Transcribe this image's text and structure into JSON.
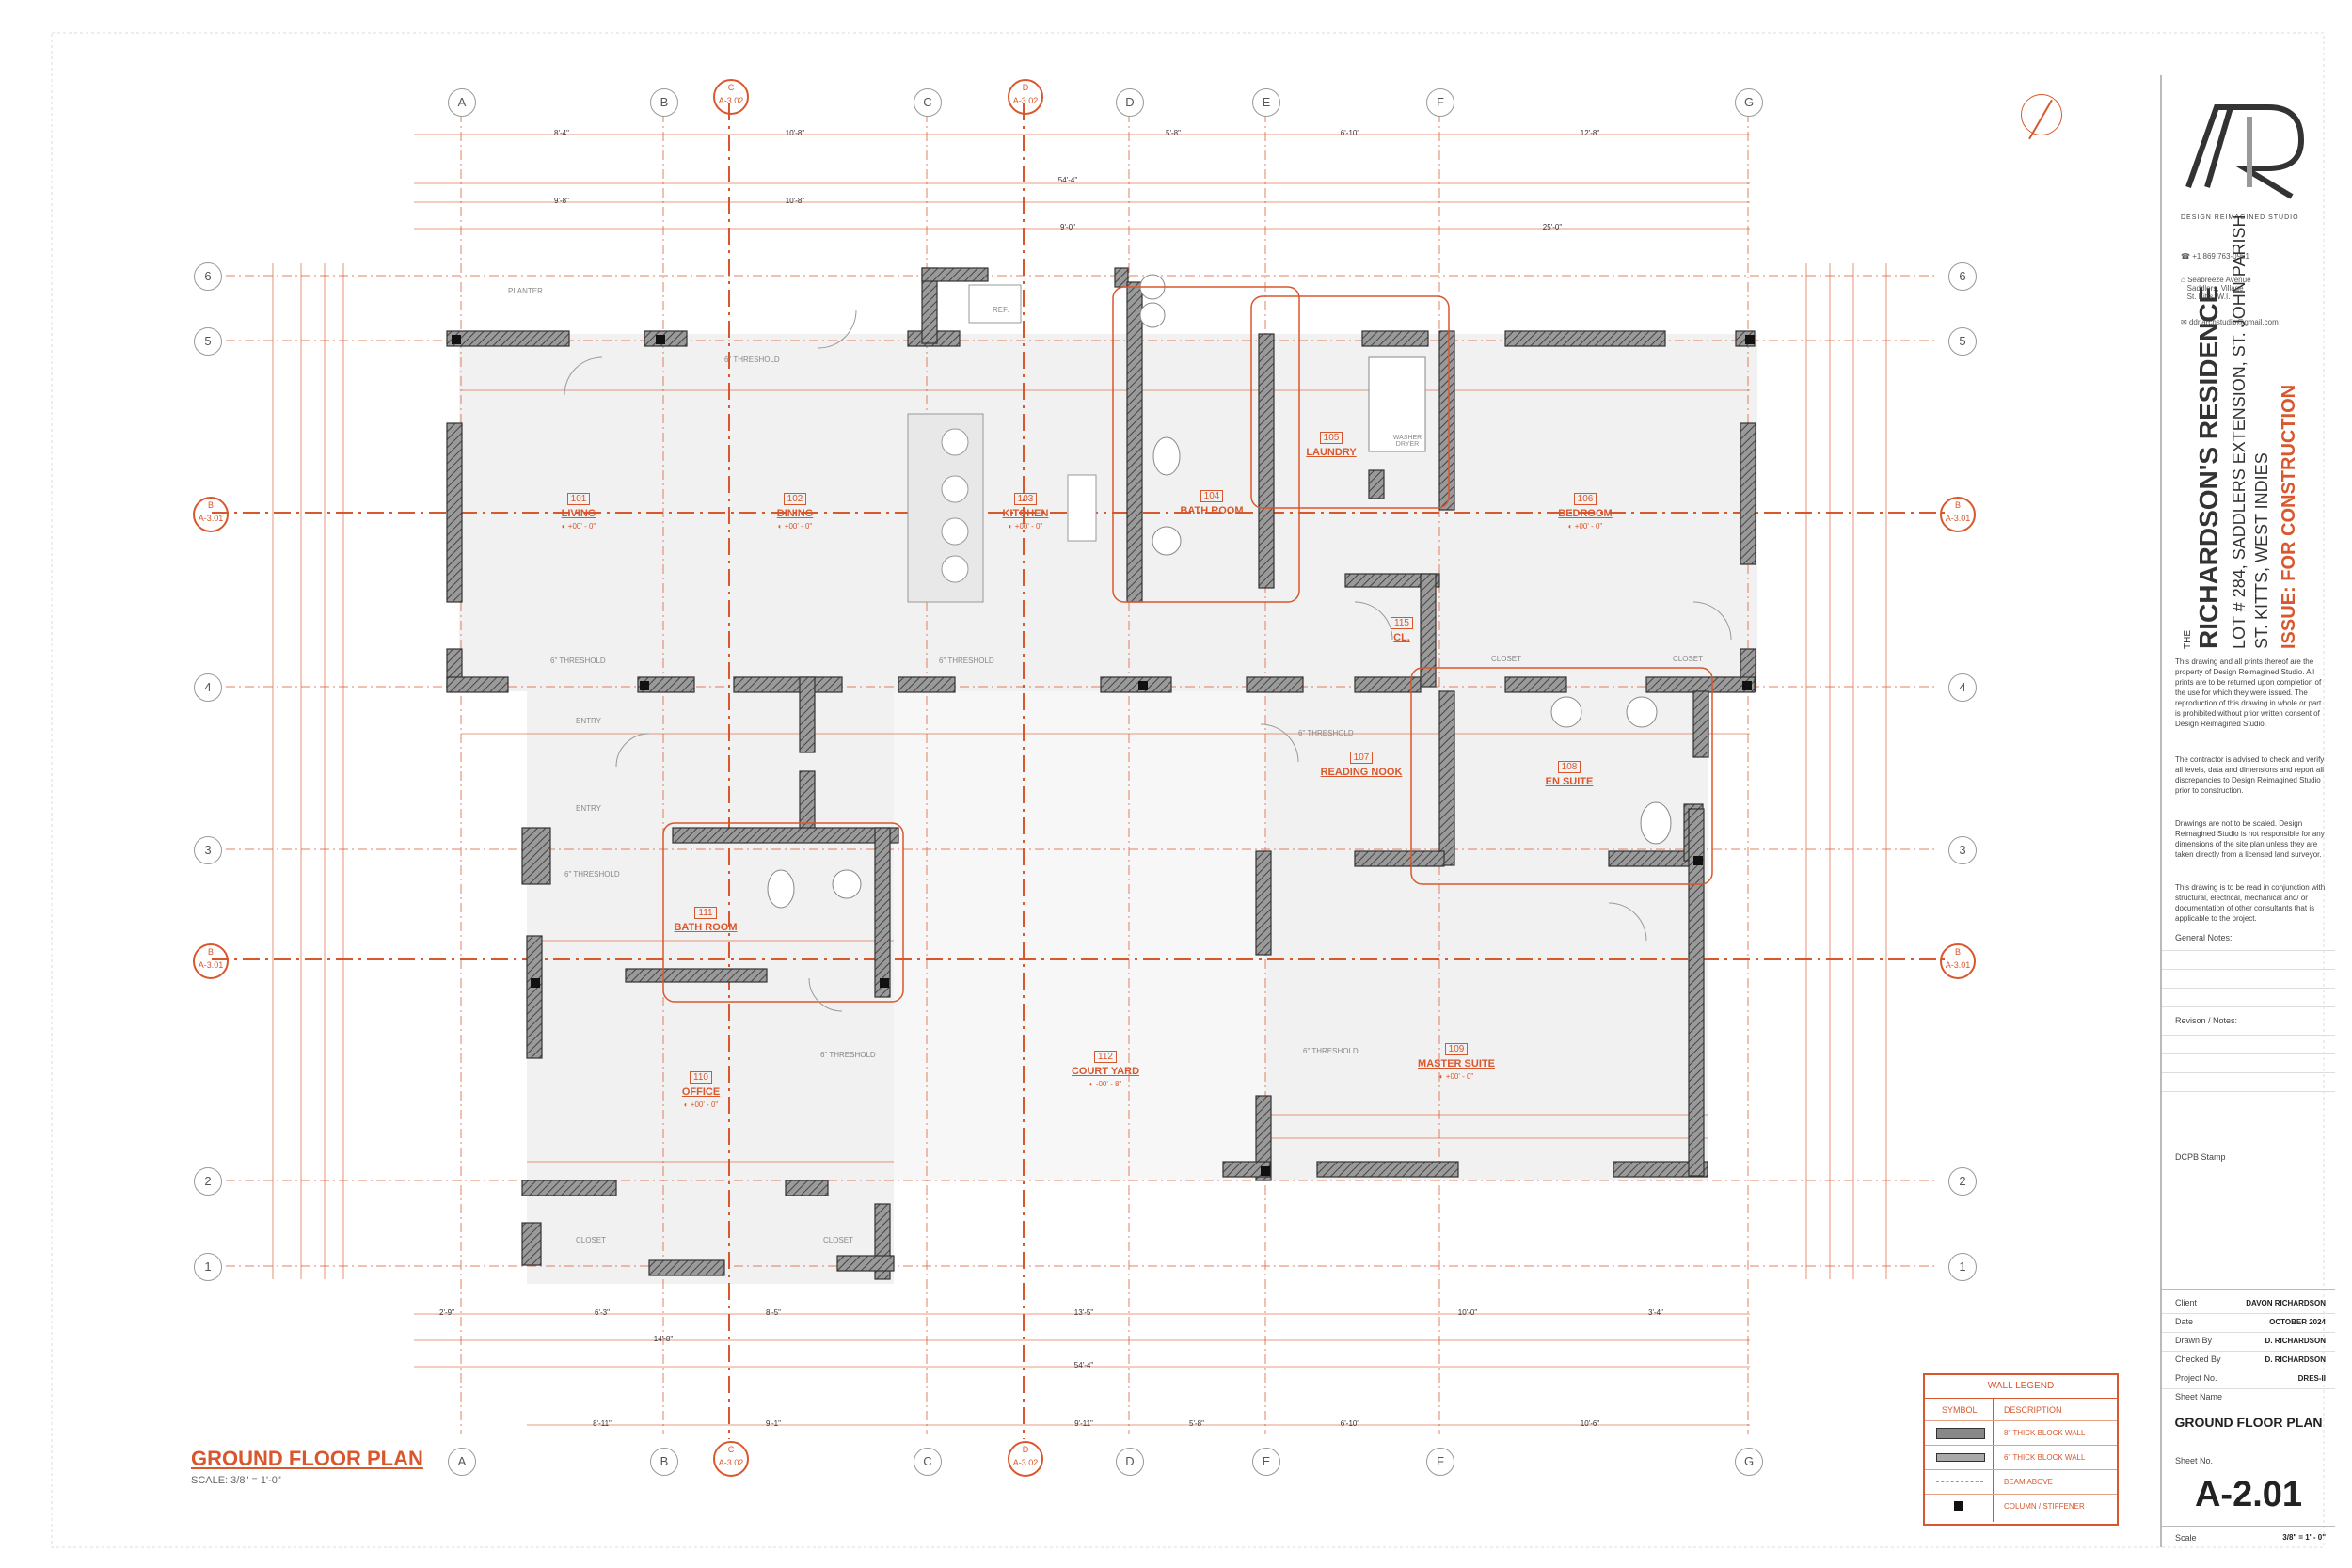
{
  "plan": {
    "title": "GROUND FLOOR PLAN",
    "scale": "SCALE: 3/8\" = 1'-0\"",
    "grid_letters": [
      "A",
      "B",
      "C",
      "D",
      "E",
      "F",
      "G"
    ],
    "grid_numbers": [
      "6",
      "5",
      "4",
      "3",
      "2",
      "1"
    ],
    "section_markers": [
      "C",
      "A-3.02",
      "D",
      "A-3.02",
      "B",
      "A-3.01"
    ],
    "rooms": [
      {
        "num": "101",
        "name": "LIVING",
        "elev": "+00' - 0\""
      },
      {
        "num": "102",
        "name": "DINING",
        "elev": "+00' - 0\""
      },
      {
        "num": "103",
        "name": "KITCHEN",
        "elev": "+00' - 0\""
      },
      {
        "num": "104",
        "name": "BATH ROOM",
        "elev": ""
      },
      {
        "num": "105",
        "name": "LAUNDRY",
        "elev": ""
      },
      {
        "num": "106",
        "name": "BEDROOM",
        "elev": "+00' - 0\""
      },
      {
        "num": "107",
        "name": "READING NOOK",
        "elev": ""
      },
      {
        "num": "108",
        "name": "EN SUITE",
        "elev": ""
      },
      {
        "num": "109",
        "name": "MASTER SUITE",
        "elev": "+00' - 0\""
      },
      {
        "num": "110",
        "name": "OFFICE",
        "elev": "+00' - 0\""
      },
      {
        "num": "111",
        "name": "BATH ROOM",
        "elev": ""
      },
      {
        "num": "112",
        "name": "COURT YARD",
        "elev": "-00' - 8\""
      },
      {
        "num": "115",
        "name": "CL.",
        "elev": ""
      }
    ],
    "small_labels": [
      "PLANTER",
      "6\" THRESHOLD",
      "ENTRY",
      "CLOSET",
      "WASHER DRYER",
      "REF."
    ],
    "dims_top": [
      "8'-4\"",
      "10'-8\"",
      "5'-8\"",
      "6'-10\"",
      "12'-8\"",
      "54'-4\"",
      "9'-8\"",
      "10'-8\"",
      "9'-0\"",
      "25'-0\""
    ],
    "dims_bottom": [
      "2'-9\"",
      "6'-3\"",
      "8'-5\"",
      "13'-5\"",
      "10'-0\"",
      "3'-4\"",
      "14'-8\"",
      "54'-4\"",
      "8'-11\"",
      "9'-1\"",
      "9'-11\"",
      "5'-8\"",
      "6'-10\"",
      "10'-6\""
    ]
  },
  "legend": {
    "title": "WALL LEGEND",
    "col_symbol": "SYMBOL",
    "col_desc": "DESCRIPTION",
    "items": [
      "8\" THICK BLOCK WALL",
      "6\" THICK BLOCK WALL",
      "BEAM ABOVE",
      "COLUMN / STIFFENER"
    ]
  },
  "titleblock": {
    "studio": "DESIGN REIMAGINED STUDIO",
    "phone": "+1 869 763-0961",
    "address": [
      "Seabreeze Avenue",
      "Saddlers, Village",
      "St. Kitts, W.I."
    ],
    "email": "ddr.archstudio@gmail.com",
    "project_the": "THE",
    "project_name": "RICHARDSON'S RESIDENCE",
    "project_line1": "LOT # 284, SADDLERS EXTENSION, ST. JOHN PARISH",
    "project_line2": "ST. KITTS, WEST INDIES",
    "issue": "ISSUE: FOR CONSTRUCTION",
    "notes": [
      "This drawing and all prints thereof are the property of Design Reimagined Studio. All prints are to be returned upon completion of the use for which they were issued. The reproduction of this drawing in whole or part is prohibited without prior written consent of Design Reimagined Studio.",
      "The contractor is advised to check and verify all levels, data and dimensions and report all discrepancies to Design Reimagined Studio prior to construction.",
      "Drawings are not to be scaled. Design Reimagined Studio is not responsible for any dimensions of the site plan unless they are taken directly from a licensed land surveyor.",
      "This drawing is to be read in conjunction with structural, electrical, mechanical and/ or documentation of other consultants that is applicable to the project."
    ],
    "general_notes": "General Notes:",
    "revision_notes": "Revison / Notes:",
    "dcpb": "DCPB Stamp",
    "client_label": "Client",
    "client": "DAVON RICHARDSON",
    "date_label": "Date",
    "date": "OCTOBER 2024",
    "drawn_label": "Drawn By",
    "drawn": "D. RICHARDSON",
    "checked_label": "Checked By",
    "checked": "D. RICHARDSON",
    "projno_label": "Project No.",
    "projno": "DRES-II",
    "sheetname_label": "Sheet Name",
    "sheetname": "GROUND FLOOR PLAN",
    "sheetno_label": "Sheet No.",
    "sheetno": "A-2.01",
    "scale_label": "Scale",
    "scale": "3/8\" = 1' - 0\""
  },
  "colors": {
    "accent": "#d9572c",
    "wall": "#555555",
    "paper": "#ffffff"
  }
}
